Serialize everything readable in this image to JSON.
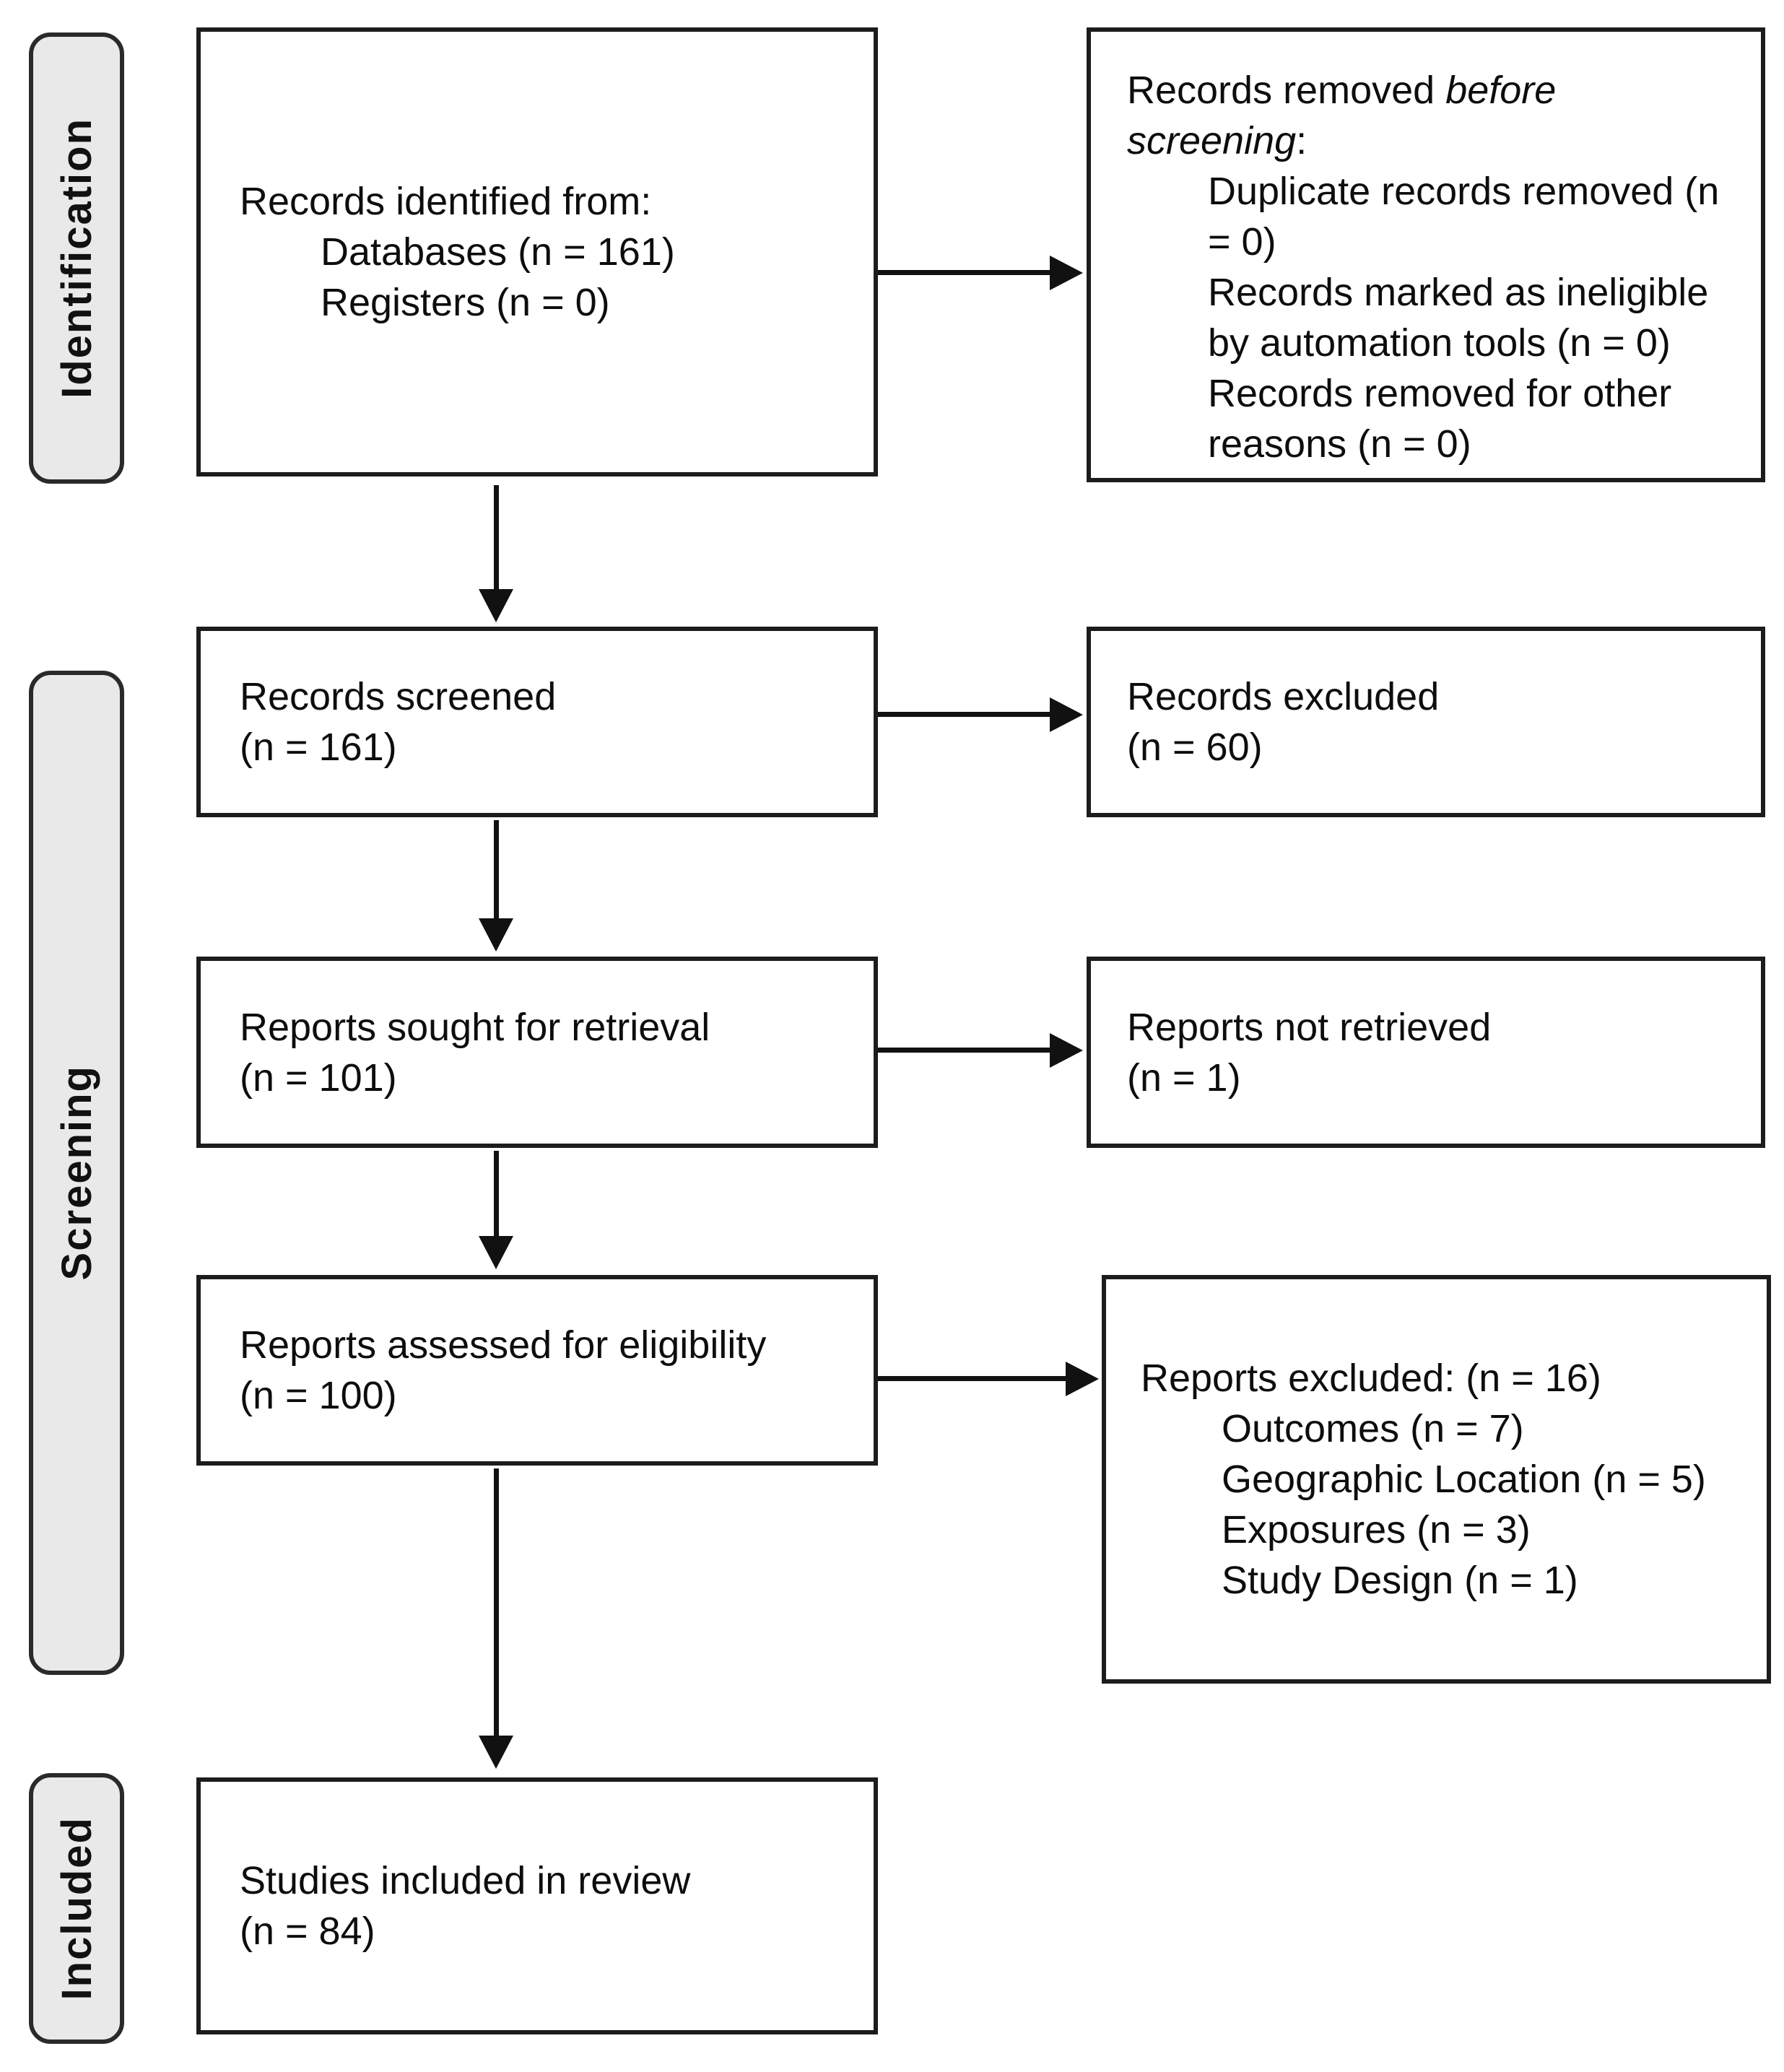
{
  "sidebars": {
    "identification": "Identification",
    "screening": "Screening",
    "included": "Included"
  },
  "boxes": {
    "records_identified": {
      "line1": "Records identified from:",
      "line2": "Databases (n = 161)",
      "line3": "Registers (n = 0)"
    },
    "records_removed": {
      "heading_prefix": "Records removed ",
      "heading_italic": "before screening",
      "heading_suffix": ":",
      "item1": "Duplicate records removed (n = 0)",
      "item2": "Records marked as ineligible by automation tools (n = 0)",
      "item3": "Records removed for other reasons (n = 0)"
    },
    "records_screened": {
      "line1": "Records screened",
      "line2": "(n = 161)"
    },
    "records_excluded": {
      "line1": "Records excluded",
      "line2": "(n = 60)"
    },
    "reports_sought": {
      "line1": "Reports sought for retrieval",
      "line2": "(n = 101)"
    },
    "reports_not_retrieved": {
      "line1": "Reports not retrieved",
      "line2": "(n = 1)"
    },
    "reports_assessed": {
      "line1": "Reports assessed for eligibility",
      "line2": "(n = 100)"
    },
    "reports_excluded": {
      "heading": "Reports excluded: (n = 16)",
      "item1": "Outcomes (n = 7)",
      "item2": "Geographic Location (n = 5)",
      "item3": "Exposures (n = 3)",
      "item4": "Study Design (n = 1)"
    },
    "studies_included": {
      "line1": "Studies included in review",
      "line2": "(n = 84)"
    }
  },
  "colors": {
    "background": "#ffffff",
    "box_fill": "#ffffff",
    "box_border": "#1c1c1c",
    "sidebar_fill": "#e9e9e9",
    "sidebar_border": "#2a2a2a",
    "text": "#0d0d0d",
    "arrow": "#111111"
  }
}
